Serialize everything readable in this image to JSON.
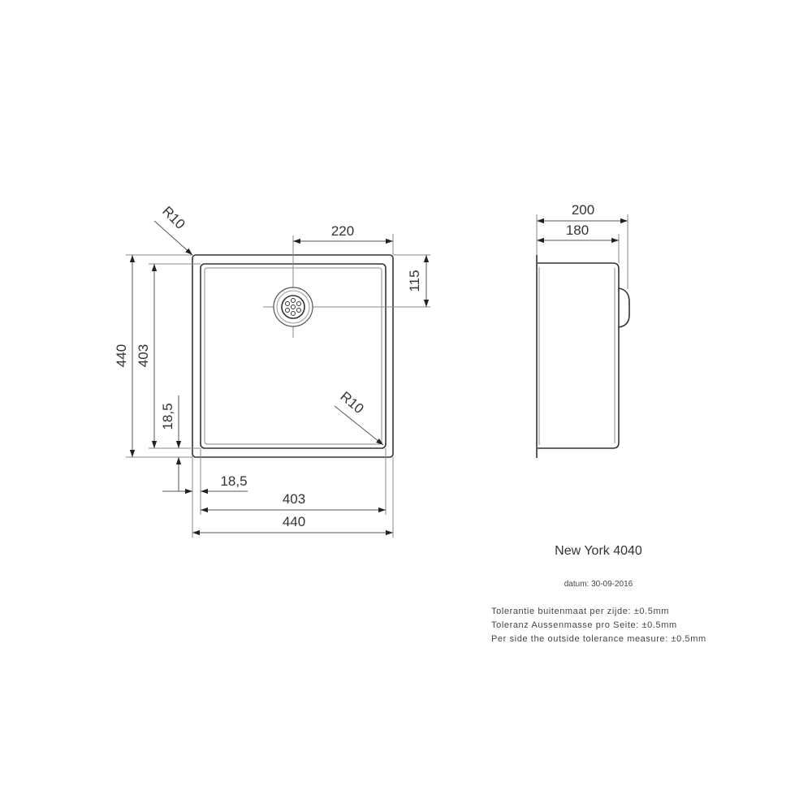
{
  "top_view": {
    "radius_outer": "R10",
    "radius_inner": "R10",
    "drain_offset_x": "220",
    "drain_offset_y": "115",
    "outer_height": "440",
    "inner_height": "403",
    "rim_vertical": "18,5",
    "rim_horizontal": "18,5",
    "inner_width": "403",
    "outer_width": "440"
  },
  "side_view": {
    "total_depth": "200",
    "bowl_depth": "180"
  },
  "info": {
    "model": "New York 4040",
    "date": "datum: 30-09-2016",
    "tolerance_nl": "Tolerantie buitenmaat per zijde: ±0.5mm",
    "tolerance_de": "Toleranz Aussenmasse pro Seite: ±0.5mm",
    "tolerance_en": "Per side the outside tolerance measure: ±0.5mm"
  }
}
